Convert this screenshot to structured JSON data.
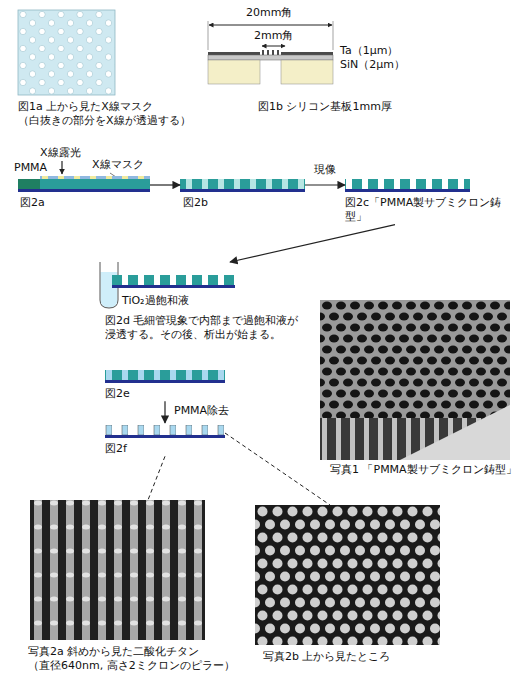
{
  "diagram": {
    "nodes": [
      {
        "text": [
          "図1a 上から見たX線マスク （白抜きの部分をX線が透過する）"
        ]
      },
      {
        "text": [
          "図1b シリコン基板1mm厚"
        ]
      },
      {
        "text": [
          "図2a"
        ]
      },
      {
        "text": [
          "図2b"
        ]
      },
      {
        "text": [
          "図2c「PMMA製サブミクロン鋳型」"
        ]
      },
      {
        "text": [
          "図2d 毛細管現象で内部まで過飽和液が浸透する。その後、析出が始まる。"
        ]
      },
      {
        "text": [
          "図2e"
        ]
      },
      {
        "text": [
          "図2f"
        ]
      },
      {
        "text": [
          "写真1 「PMMA製サブミクロン鋳型」"
        ]
      },
      {
        "text": [
          "写真2a 斜めから見た二酸化チタン （直径640nm, 高さ2ミクロンのピラー）"
        ]
      },
      {
        "text": [
          "写真2b 上から見たところ"
        ]
      }
    ],
    "edges": [
      {
        "from": 2,
        "to": 3,
        "arrow": "to"
      },
      {
        "from": 3,
        "to": 4,
        "label": "現像",
        "arrow": "to"
      },
      {
        "from": 4,
        "to": 5,
        "arrow": "to"
      },
      {
        "from": 6,
        "to": 7,
        "label": "PMMA除去",
        "arrow": "to"
      },
      {
        "from": 7,
        "to": 9,
        "arrow": "none"
      },
      {
        "from": 7,
        "to": 10,
        "arrow": "none"
      }
    ],
    "labels": [
      "20mm角",
      "2mm角",
      "Ta（1μm）",
      "SiN（2μm）",
      "X線露光",
      "PMMA",
      "X線マスク",
      "TiO₂過飽和液"
    ]
  }
}
